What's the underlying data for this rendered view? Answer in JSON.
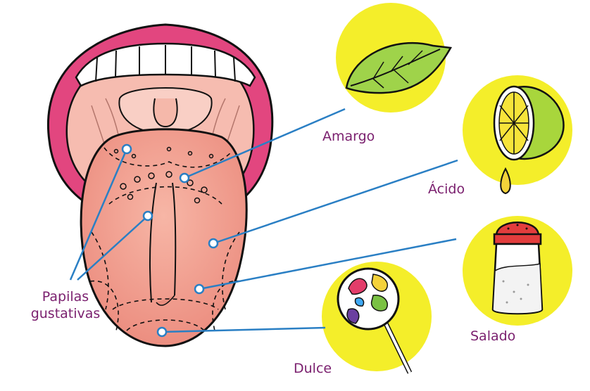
{
  "labels": {
    "amargo": "Amargo",
    "acido": "Ácido",
    "salado": "Salado",
    "dulce": "Dulce",
    "papilas_line1": "Papilas",
    "papilas_line2": "gustativas"
  },
  "colors": {
    "line": "#2a7fc4",
    "circle": "#f4ee2a",
    "label_text": "#7a1f6e",
    "lips": "#e2467f",
    "tongue": "#f2a293"
  },
  "icons": {
    "amargo": "leaf-icon",
    "acido": "lemon-icon",
    "salado": "salt-shaker-icon",
    "dulce": "lollipop-icon"
  }
}
